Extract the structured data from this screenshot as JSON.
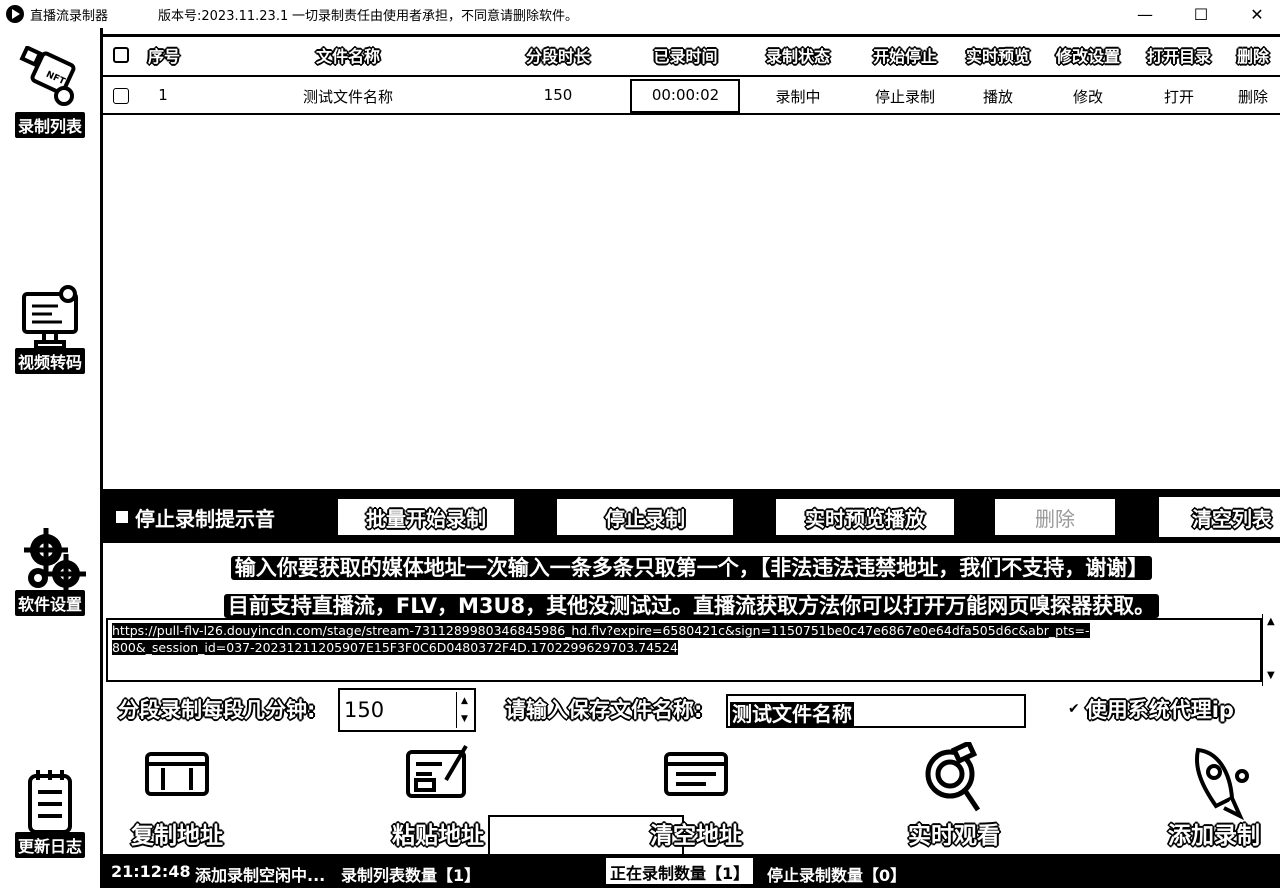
{
  "window": {
    "title": "直播流录制器",
    "version": "版本号:2023.11.23.1",
    "disclaimer": "一切录制责任由使用者承担，不同意请删除软件。",
    "minimize": "—",
    "maximize": "☐",
    "close": "✕"
  },
  "sidebar": {
    "items": [
      {
        "label": "录制列表",
        "icon": "usb-drive-icon"
      },
      {
        "label": "视频转码",
        "icon": "monitor-icon"
      },
      {
        "label": "软件设置",
        "icon": "gears-icon"
      },
      {
        "label": "更新日志",
        "icon": "log-book-icon"
      }
    ]
  },
  "table": {
    "headers": {
      "index": "序号",
      "file_name": "文件名称",
      "segment": "分段时长",
      "recorded": "已录时间",
      "status": "录制状态",
      "start_stop": "开始停止",
      "preview": "实时预览",
      "modify": "修改设置",
      "open_dir": "打开目录",
      "delete": "删除"
    },
    "rows": [
      {
        "index": "1",
        "file_name": "测试文件名称",
        "segment": "150",
        "recorded": "00:00:02",
        "status": "录制中",
        "start_stop": "停止录制",
        "preview": "播放",
        "modify": "修改",
        "open_dir": "打开",
        "delete": "删除"
      }
    ]
  },
  "toolbar": {
    "stop_sound": "停止录制提示音",
    "batch_start": "批量开始录制",
    "stop": "停止录制",
    "preview": "实时预览播放",
    "delete": "删除",
    "clear_list": "清空列表"
  },
  "info": {
    "line1": "输入你要获取的媒体地址一次输入一条多条只取第一个，【非法违法违禁地址，我们不支持，谢谢】",
    "line2": "目前支持直播流，FLV，M3U8，其他没测试过。直播流获取方法你可以打开万能网页嗅探器获取。"
  },
  "url": {
    "line1": "https://pull-flv-l26.douyincdn.com/stage/stream-7311289980346845986_hd.flv?expire=6580421c&sign=1150751be0c47e6867e0e64dfa505d6c&abr_pts=-",
    "line2": "800&_session_id=037-20231211205907E15F3F0C6D0480372F4D.1702299629703.74524"
  },
  "params": {
    "segment_label": "分段录制每段几分钟:",
    "segment_value": "150",
    "filename_label": "请输入保存文件名称:",
    "filename_value": "测试文件名称",
    "proxy_label": "使用系统代理ip",
    "proxy_check": "✔"
  },
  "actions": {
    "copy": "复制地址",
    "paste": "粘贴地址",
    "clear": "清空地址",
    "watch": "实时观看",
    "add": "添加录制"
  },
  "status": {
    "time": "21:12:48",
    "msg": "添加录制空闲中...",
    "list_count": "录制列表数量【1】",
    "recording_count": "正在录制数量【1】",
    "stopped_count": "停止录制数量【0】"
  }
}
